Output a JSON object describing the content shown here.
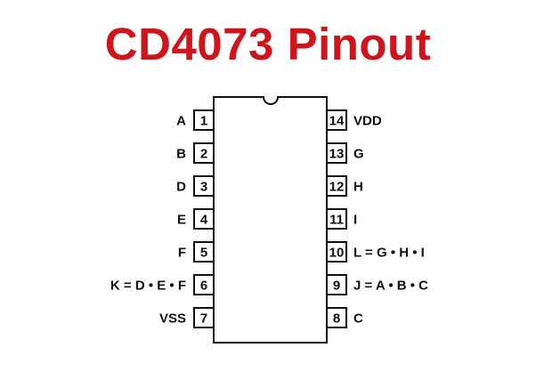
{
  "title": "CD4073 Pinout",
  "title_color": "#d0141c",
  "left_pins": [
    {
      "number": "1",
      "label": "A"
    },
    {
      "number": "2",
      "label": "B"
    },
    {
      "number": "3",
      "label": "D"
    },
    {
      "number": "4",
      "label": "E"
    },
    {
      "number": "5",
      "label": "F"
    },
    {
      "number": "6",
      "label": "K = D • E • F"
    },
    {
      "number": "7",
      "label": "VSS"
    }
  ],
  "right_pins": [
    {
      "number": "14",
      "label": "VDD"
    },
    {
      "number": "13",
      "label": "G"
    },
    {
      "number": "12",
      "label": "H"
    },
    {
      "number": "11",
      "label": "I"
    },
    {
      "number": "10",
      "label": "L = G • H • I"
    },
    {
      "number": "9",
      "label": "J = A • B • C"
    },
    {
      "number": "8",
      "label": "C"
    }
  ]
}
